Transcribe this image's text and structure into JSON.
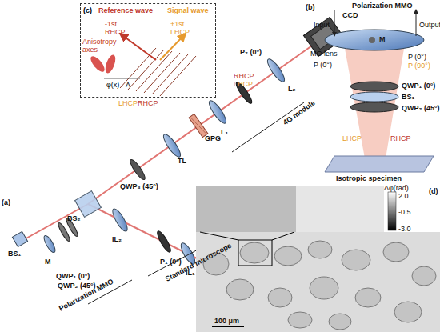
{
  "diagram": {
    "nodes": [
      {
        "text": [
          "(c)",
          "Reference wave",
          "Signal wave",
          "-1st RHCP",
          "+1st LHCP",
          "Anisotropy axes",
          "φ(x)",
          "Λ"
        ]
      }
    ],
    "labels": [
      "LHCP",
      "RHCP",
      "GPG",
      "P₂ (0°)",
      "RHCP",
      "LHCP",
      "L₂",
      "CCD",
      "L₁",
      "TL",
      "4G module",
      "(a)",
      "BS₂",
      "QWP₃ (45°)",
      "BS₁",
      "M",
      "QWP₁ (0°)",
      "QWP₂ (45°)",
      "Polarization MMO",
      "IL₂",
      "P₁ (0°)",
      "IL₁",
      "Standard microscope",
      "(b)",
      "Polarization MMO",
      "Input",
      "Output",
      "MO lens",
      "M",
      "P (0°)",
      "P (0°)",
      "P (90°)",
      "QWP₁ (0°)",
      "BS₁",
      "QWP₂ (45°)",
      "LHCP",
      "RHCP",
      "Isotropic specimen",
      "(d)",
      "Δφ(rad)",
      "2.0",
      "-0.5",
      "-3.0",
      "100 μm"
    ]
  }
}
